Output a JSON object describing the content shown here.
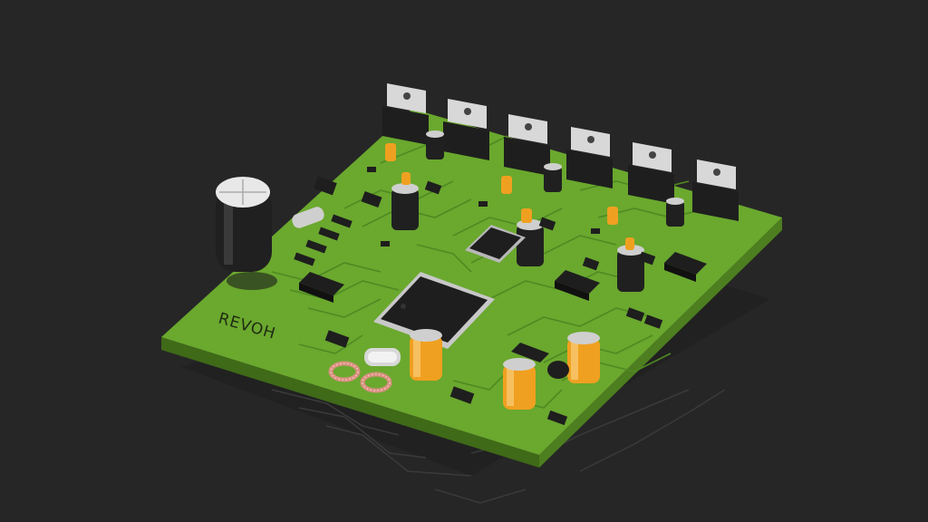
{
  "scene": {
    "board_label": "REVOH",
    "colors": {
      "background": "#262626",
      "board_top": "#6aa82e",
      "board_side": "#4d7e1f",
      "board_front": "#3f6a18",
      "trace": "#4f8a22",
      "chip": "#1e1e1e",
      "capacitor_orange": "#f0a020",
      "capacitor_black": "#202020",
      "heatsink_tab": "#d8d8d8",
      "inductor": "#d89080"
    },
    "components": {
      "heatsinks": 6,
      "large_capacitor": 1,
      "qfp_chips": 2,
      "orange_capacitors": 3,
      "crystal": 1,
      "inductors": 2
    }
  }
}
